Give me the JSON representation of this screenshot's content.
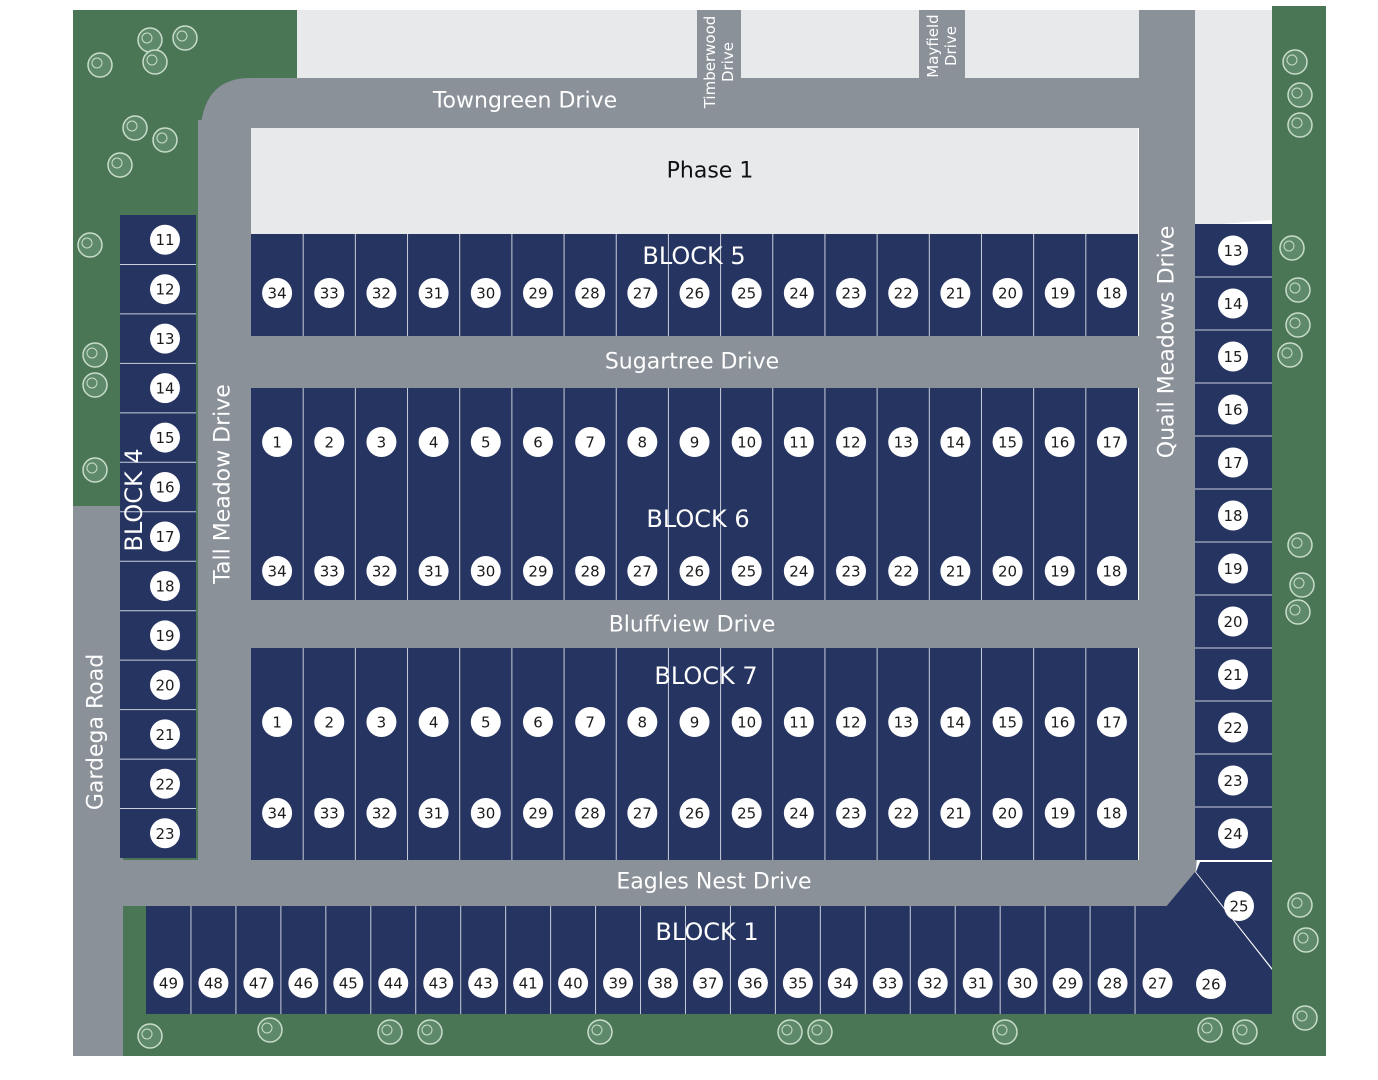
{
  "phase_label": "Phase 1",
  "roads": {
    "towngreen": "Towngreen Drive",
    "timberwood": [
      "Timberwood",
      "Drive"
    ],
    "mayfield": [
      "Mayfield",
      "Drive"
    ],
    "sugartree": "Sugartree Drive",
    "bluffview": "Bluffview Drive",
    "eagles_nest": "Eagles Nest Drive",
    "tall_meadow": "Tall Meadow Drive",
    "quail_meadows": "Quail Meadows Drive",
    "gardega": "Gardega Road"
  },
  "blocks": {
    "block5": {
      "label": "BLOCK 5",
      "lots": [
        "34",
        "33",
        "32",
        "31",
        "30",
        "29",
        "28",
        "27",
        "26",
        "25",
        "24",
        "23",
        "22",
        "21",
        "20",
        "19",
        "18"
      ]
    },
    "block6": {
      "label": "BLOCK 6",
      "lots_north": [
        "1",
        "2",
        "3",
        "4",
        "5",
        "6",
        "7",
        "8",
        "9",
        "10",
        "11",
        "12",
        "13",
        "14",
        "15",
        "16",
        "17"
      ],
      "lots_south": [
        "34",
        "33",
        "32",
        "31",
        "30",
        "29",
        "28",
        "27",
        "26",
        "25",
        "24",
        "23",
        "22",
        "21",
        "20",
        "19",
        "18"
      ]
    },
    "block7": {
      "label": "BLOCK 7",
      "lots_north": [
        "1",
        "2",
        "3",
        "4",
        "5",
        "6",
        "7",
        "8",
        "9",
        "10",
        "11",
        "12",
        "13",
        "14",
        "15",
        "16",
        "17"
      ],
      "lots_south": [
        "34",
        "33",
        "32",
        "31",
        "30",
        "29",
        "28",
        "27",
        "26",
        "25",
        "24",
        "23",
        "22",
        "21",
        "20",
        "19",
        "18"
      ]
    },
    "block4": {
      "label": "BLOCK 4",
      "lots": [
        "11",
        "12",
        "13",
        "14",
        "15",
        "16",
        "17",
        "18",
        "19",
        "20",
        "21",
        "22",
        "23"
      ]
    },
    "block1": {
      "label": "BLOCK 1",
      "lots": [
        "49",
        "48",
        "47",
        "46",
        "45",
        "44",
        "43",
        "43",
        "41",
        "40",
        "39",
        "38",
        "37",
        "36",
        "35",
        "34",
        "33",
        "32",
        "31",
        "30",
        "29",
        "28",
        "27",
        "26"
      ]
    },
    "east": {
      "lots": [
        "13",
        "14",
        "15",
        "16",
        "17",
        "18",
        "19",
        "20",
        "21",
        "22",
        "23",
        "24",
        "25"
      ]
    }
  },
  "colors": {
    "lot": "#263461",
    "road": "#8b9199",
    "green": "#4a7656",
    "phase": "#e8e9eb",
    "tree": "#5e8a6b"
  }
}
